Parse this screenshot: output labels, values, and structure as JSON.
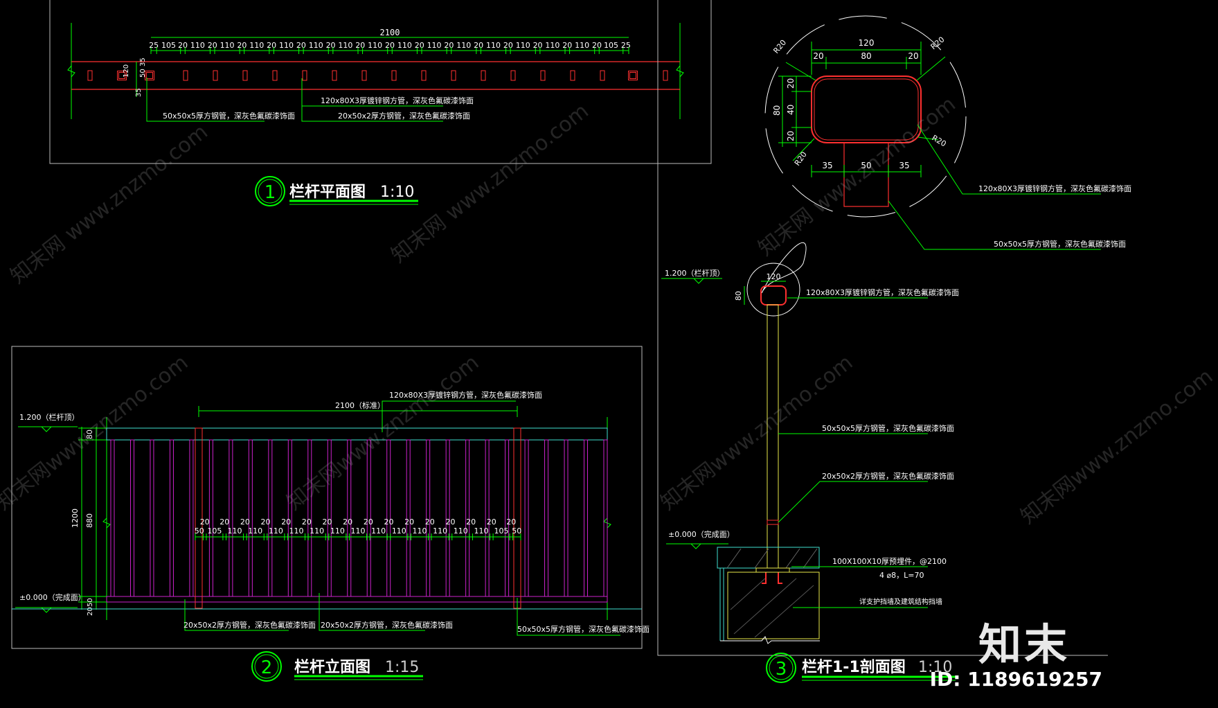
{
  "views": {
    "plan": {
      "number": "1",
      "title": "栏杆平面图",
      "scale": "1:10",
      "total_dim": "2100",
      "dim_chain": [
        "25",
        "105",
        "20",
        "110",
        "20",
        "110",
        "20",
        "110",
        "20",
        "110",
        "20",
        "110",
        "20",
        "110",
        "20",
        "110",
        "20",
        "110",
        "20",
        "110",
        "20",
        "110",
        "20",
        "110",
        "20",
        "110",
        "20",
        "110",
        "20",
        "110",
        "20",
        "105",
        "25"
      ],
      "side_dims": [
        "120",
        "50",
        "35",
        "35"
      ],
      "notes": [
        "120x80X3厚镀锌钢方管，深灰色氟碳漆饰面",
        "20x50x2厚方钢管，深灰色氟碳漆饰面",
        "50x50x5厚方钢管，深灰色氟碳漆饰面"
      ]
    },
    "elevation": {
      "number": "2",
      "title": "栏杆立面图",
      "scale": "1:15",
      "top_dim": "2100（标准）",
      "level_top": "1.200（栏杆顶）",
      "level_base": "±0.000（完成面）",
      "vertical_dims": [
        "80",
        "1200",
        "880",
        "50",
        "20"
      ],
      "dim_chain": [
        "50",
        "20",
        "105",
        "20",
        "110",
        "20",
        "110",
        "20",
        "110",
        "20",
        "110",
        "20",
        "110",
        "20",
        "110",
        "20",
        "110",
        "20",
        "110",
        "20",
        "110",
        "20",
        "110",
        "20",
        "110",
        "20",
        "110",
        "20",
        "110",
        "20",
        "105",
        "20",
        "50"
      ],
      "notes": [
        "120x80X3厚镀锌钢方管，深灰色氟碳漆饰面",
        "20x50x2厚方钢管，深灰色氟碳漆饰面",
        "20x50x2厚方钢管，深灰色氟碳漆饰面",
        "50x50x5厚方钢管，深灰色氟碳漆饰面"
      ]
    },
    "section": {
      "number": "3",
      "title": "栏杆1-1剖面图",
      "scale": "1:10",
      "detail_dims": [
        "120",
        "20",
        "80",
        "20",
        "R20",
        "R20",
        "R20",
        "R20",
        "20",
        "40",
        "20",
        "80",
        "35",
        "50",
        "35"
      ],
      "detail_notes": [
        "120x80X3厚镀锌钢方管，深灰色氟碳漆饰面",
        "50x50x5厚方钢管，深灰色氟碳漆饰面"
      ],
      "level_top": "1.200（栏杆顶）",
      "level_base": "±0.000（完成面）",
      "cap_dims": [
        "120",
        "80"
      ],
      "notes": [
        "120x80X3厚镀锌钢方管，深灰色氟碳漆饰面",
        "50x50x5厚方钢管，深灰色氟碳漆饰面",
        "20x50x2厚方钢管，深灰色氟碳漆饰面"
      ],
      "embed_notes": [
        "100X100X10厚预埋件，@2100",
        "4 ⌀8，L=70"
      ],
      "wall_note": "详支护挡墙及建筑结构挡墙"
    }
  },
  "watermark": {
    "text1": "知末网 www.znzmo.com",
    "text2": "知末网www.znzmo.com"
  },
  "brand": "知末",
  "image_id": "ID: 1189619257",
  "colors": {
    "bg": "#000000",
    "frame": "#ffffff",
    "dim_line": "#00ff00",
    "dim_text": "#ffffff",
    "rail_red": "#ff3030",
    "baluster": "#cc22cc",
    "cap_cyan": "#40e0d0",
    "post_yellow": "#e8e84a",
    "title_green": "#00ff00"
  }
}
